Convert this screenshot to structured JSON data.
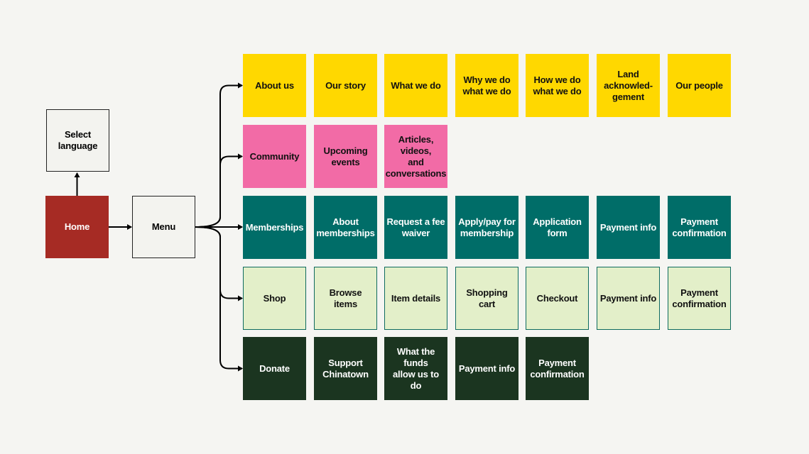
{
  "colors": {
    "background": "#f5f5f2",
    "home": "#a62b24",
    "neutral": "#f3f3ef",
    "about": "#ffd800",
    "community": "#f26ba6",
    "memberships": "#006d68",
    "shop": "#e3efc9",
    "shop_border": "#0e6b5e",
    "donate": "#1b3520",
    "connector": "#000000"
  },
  "nodes": {
    "select_language": "Select\nlanguage",
    "home": "Home",
    "menu": "Menu"
  },
  "rows": [
    {
      "id": "about",
      "items": [
        "About us",
        "Our story",
        "What we do",
        "Why we do\nwhat we do",
        "How we do\nwhat we do",
        "Land\nacknowled-\ngement",
        "Our people"
      ]
    },
    {
      "id": "community",
      "items": [
        "Community",
        "Upcoming\nevents",
        "Articles, videos,\nand\nconversations"
      ]
    },
    {
      "id": "memberships",
      "items": [
        "Memberships",
        "About\nmemberships",
        "Request a fee\nwaiver",
        "Apply/pay for\nmembership",
        "Application\nform",
        "Payment info",
        "Payment\nconfirmation"
      ]
    },
    {
      "id": "shop",
      "items": [
        "Shop",
        "Browse items",
        "Item details",
        "Shopping cart",
        "Checkout",
        "Payment info",
        "Payment\nconfirmation"
      ]
    },
    {
      "id": "donate",
      "items": [
        "Donate",
        "Support\nChinatown",
        "What the funds\nallow us to do",
        "Payment info",
        "Payment\nconfirmation"
      ]
    }
  ]
}
